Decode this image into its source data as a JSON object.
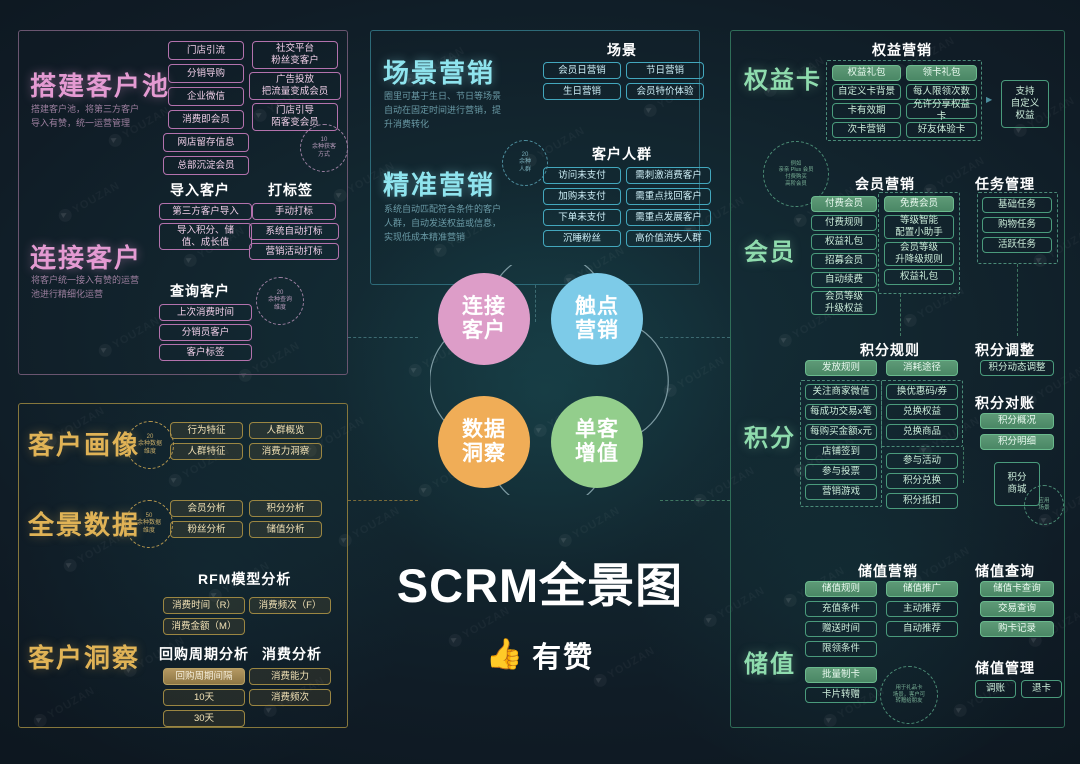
{
  "meta": {
    "title": "SCRM全景图",
    "brand": "有赞",
    "thumb_icon": "thumbs-up-icon",
    "brand_color": "#e8322e"
  },
  "watermark": {
    "text": "YOUZAN"
  },
  "panels": {
    "customer_pool": {
      "accent": "#e49ad2",
      "title": "搭建客户池",
      "desc": "搭建客户池，将第三方客户\n导入有赞，统一运营管理",
      "columns": [
        {
          "heading": "",
          "items": [
            "门店引流",
            "分销导购",
            "企业微信",
            "消费即会员",
            "网店留存信息",
            "总部沉淀会员"
          ]
        },
        {
          "heading": "",
          "items": [
            "社交平台\n粉丝变客户",
            "广告投放\n把流量变成会员",
            "门店引导\n陌客变会员"
          ]
        }
      ],
      "annotation": "10\n余种获客\n方式"
    },
    "connect_customer": {
      "accent": "#e49ad2",
      "title": "连接客户",
      "desc": "将客户统一接入有赞的运营\n池进行精细化运营",
      "groups": [
        {
          "heading": "导入客户",
          "items": [
            "第三方客户导入",
            "导入积分、储\n值、成长值"
          ]
        },
        {
          "heading": "打标签",
          "items": [
            "手动打标",
            "系统自动打标",
            "营销活动打标"
          ]
        },
        {
          "heading": "查询客户",
          "items": [
            "上次消费时间",
            "分销员客户",
            "客户标签"
          ]
        }
      ],
      "annotation": "20\n余种查询\n维度"
    },
    "customer_profile": {
      "accent": "#e0b356",
      "title": "客户画像",
      "items_left": [
        "行为特征",
        "人群特征"
      ],
      "items_right": [
        "人群概览",
        "消费力洞察"
      ],
      "annotation": "20\n余种数据\n维度"
    },
    "panorama_data": {
      "accent": "#e0b356",
      "title": "全景数据",
      "items_left": [
        "会员分析",
        "粉丝分析"
      ],
      "items_right": [
        "积分分析",
        "储值分析"
      ],
      "annotation": "50\n余种数据\n维度"
    },
    "customer_insight": {
      "accent": "#e0b356",
      "title": "客户洞察",
      "groups": [
        {
          "heading": "RFM模型分析",
          "items": [
            "消费时间（R）",
            "消费频次（F）",
            "消费金额（M）"
          ]
        },
        {
          "heading": "回购周期分析",
          "items": [
            "回购周期间隔",
            "10天",
            "30天"
          ]
        },
        {
          "heading": "消费分析",
          "items": [
            "消费能力",
            "消费频次"
          ]
        }
      ]
    },
    "scene_marketing": {
      "accent": "#8fe4ee",
      "title": "场景营销",
      "desc": "圈里可基于生日、节日等场景\n自动在固定时间进行营销，提\n升消费转化",
      "groups": [
        {
          "heading": "场景",
          "items_left": [
            "会员日营销",
            "生日营销"
          ],
          "items_right": [
            "节日营销",
            "会员特价体验"
          ]
        }
      ]
    },
    "precision_marketing": {
      "accent": "#8fe4ee",
      "title": "精准营销",
      "desc": "系统自动匹配符合条件的客户\n人群，自动发送权益或信息，\n实现低成本精准营销",
      "groups": [
        {
          "heading": "客户人群",
          "items_left": [
            "访问未支付",
            "加购未支付",
            "下单未支付",
            "沉睡粉丝"
          ],
          "items_right": [
            "需刺激消费客户",
            "需重点找回客户",
            "需重点发展客户",
            "高价值流失人群"
          ]
        }
      ],
      "annotation": "20\n余种\n人群"
    },
    "equity_card": {
      "accent": "#8fdcae",
      "title": "权益卡",
      "heading": "权益营销",
      "items_left": [
        "权益礼包",
        "自定义卡背景",
        "卡有效期",
        "次卡营销"
      ],
      "items_right": [
        "领卡礼包",
        "每人限领次数",
        "允许分享权益卡",
        "好友体验卡"
      ],
      "side_note": "支持\n自定义\n权益",
      "annotation": "例如\n亲亲 Plus 会员\n付费购买\n高阶会员"
    },
    "member": {
      "accent": "#8fdcae",
      "title": "会员",
      "groups": [
        {
          "heading": "会员营销",
          "items_left": [
            "付费会员",
            "付费规则",
            "权益礼包",
            "招募会员",
            "自动续费",
            "会员等级\n升级权益"
          ],
          "items_right": [
            "免费会员",
            "等级智能\n配置小助手",
            "会员等级\n升降级规则",
            "权益礼包"
          ]
        },
        {
          "heading": "任务管理",
          "items": [
            "基础任务",
            "购物任务",
            "活跃任务"
          ]
        }
      ]
    },
    "points": {
      "accent": "#8fdcae",
      "title": "积分",
      "groups": [
        {
          "heading": "积分规则",
          "head_left": "发放规则",
          "head_right": "消耗途径",
          "items_left": [
            "关注商家微信",
            "每成功交易x笔",
            "每购买金额x元",
            "店铺签到",
            "参与投票",
            "营销游戏"
          ],
          "items_right_top": [
            "换优惠码/券",
            "兑换权益",
            "兑换商品"
          ],
          "items_right_bottom": [
            "参与活动",
            "积分兑换",
            "积分抵扣"
          ]
        },
        {
          "heading": "积分调整",
          "items": [
            "积分动态调整"
          ]
        },
        {
          "heading": "积分对账",
          "items": [
            "积分概况",
            "积分明细"
          ]
        }
      ],
      "side_box": "积分\n商城",
      "annotation": "应用\n场景"
    },
    "stored_value": {
      "accent": "#8fdcae",
      "title": "储值",
      "groups": [
        {
          "heading": "储值营销",
          "items_left": [
            "储值规则",
            "充值条件",
            "赠送时间",
            "限领条件"
          ],
          "items_right": [
            "储值推广",
            "主动推荐",
            "自动推荐"
          ],
          "items_extra": [
            "批量制卡",
            "卡片转赠"
          ]
        },
        {
          "heading": "储值查询",
          "items": [
            "储值卡查询",
            "交易查询",
            "购卡记录"
          ]
        },
        {
          "heading": "储值管理",
          "items": [
            "调账",
            "退卡"
          ]
        }
      ],
      "annotation": "用于礼品卡\n场景，客户可\n转赠给朋友"
    }
  },
  "core": {
    "circles": [
      {
        "label": "连接\n客户",
        "color": "#dd9dc8",
        "name": "connect-customer"
      },
      {
        "label": "触点\n营销",
        "color": "#7dcbe8",
        "name": "touchpoint-marketing"
      },
      {
        "label": "数据\n洞察",
        "color": "#f0ad57",
        "name": "data-insight"
      },
      {
        "label": "单客\n增值",
        "color": "#93ce8c",
        "name": "single-customer-value"
      }
    ]
  }
}
